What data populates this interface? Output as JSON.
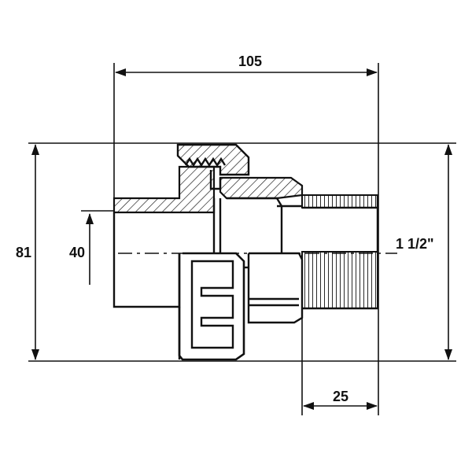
{
  "dimensions": {
    "overall_length": "105",
    "overall_height": "81",
    "pipe_diameter": "40",
    "thread_size": "1 1/2\"",
    "thread_length": "25"
  }
}
